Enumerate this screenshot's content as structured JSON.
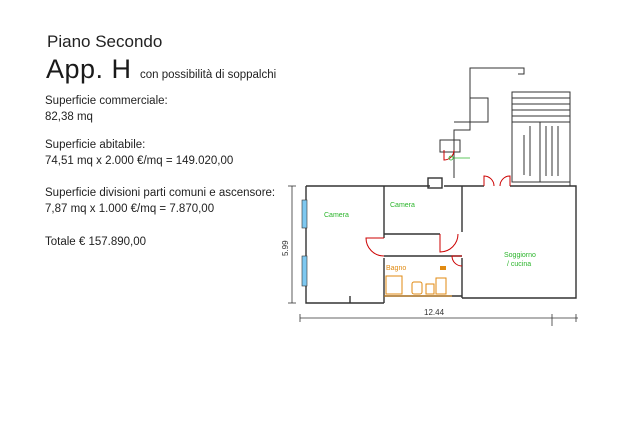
{
  "header": {
    "floor": "Piano Secondo",
    "apartment": "App. H",
    "note": "con possibilità di soppalchi"
  },
  "info": {
    "commercial_label": "Superficie commerciale:",
    "commercial_value": "82,38 mq",
    "livable_label": "Superficie abitabile:",
    "livable_value": "74,51 mq x 2.000 €/mq = 149.020,00",
    "shared_label": "Superficie divisioni parti comuni e ascensore:",
    "shared_value": "7,87 mq x 1.000 €/mq = 7.870,00",
    "total": "Totale € 157.890,00"
  },
  "plan": {
    "rooms": {
      "bedroom_1": "Camera",
      "bedroom_2": "Camera",
      "bathroom": "Bagno",
      "living_line1": "Soggiorno",
      "living_line2": "/ cucina"
    },
    "dimensions": {
      "width": "12.44",
      "height": "5.99"
    },
    "colors": {
      "walls": "#333333",
      "room_labels": "#2bb52b",
      "bathroom": "#e08a12",
      "doors": "#cc0000",
      "windows": "#7ec8f0"
    }
  }
}
